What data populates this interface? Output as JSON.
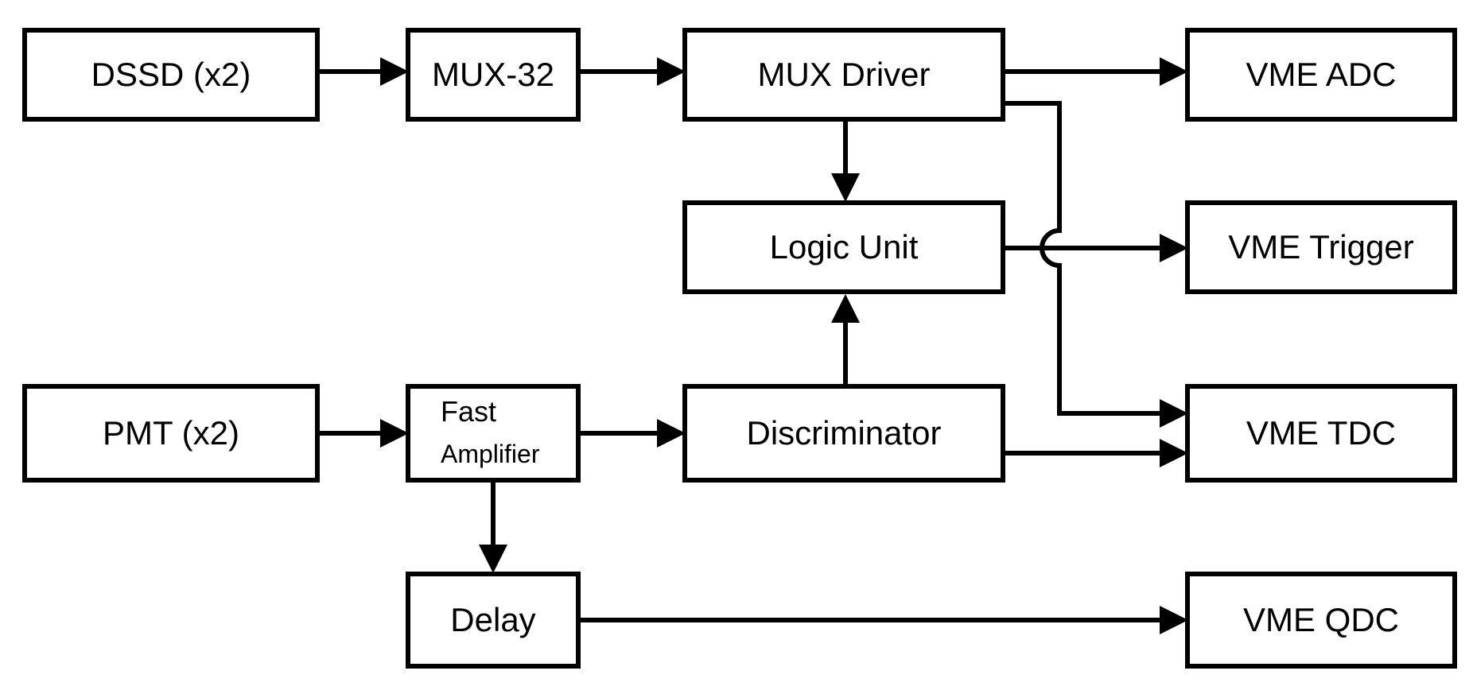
{
  "diagram": {
    "blocks": {
      "dssd": "DSSD (x2)",
      "mux32": "MUX-32",
      "mux_driver": "MUX Driver",
      "vme_adc": "VME ADC",
      "logic_unit": "Logic Unit",
      "vme_trigger": "VME Trigger",
      "pmt": "PMT (x2)",
      "fast_amp_line1": "Fast",
      "fast_amp_line2": "Amplifier",
      "discriminator": "Discriminator",
      "vme_tdc": "VME TDC",
      "delay": "Delay",
      "vme_qdc": "VME QDC"
    },
    "connections": [
      {
        "from": "DSSD (x2)",
        "to": "MUX-32"
      },
      {
        "from": "MUX-32",
        "to": "MUX Driver"
      },
      {
        "from": "MUX Driver",
        "to": "VME ADC"
      },
      {
        "from": "MUX Driver",
        "to": "Logic Unit"
      },
      {
        "from": "MUX Driver",
        "to": "VME TDC"
      },
      {
        "from": "Logic Unit",
        "to": "VME Trigger"
      },
      {
        "from": "PMT (x2)",
        "to": "Fast Amplifier"
      },
      {
        "from": "Fast Amplifier",
        "to": "Discriminator"
      },
      {
        "from": "Fast Amplifier",
        "to": "Delay"
      },
      {
        "from": "Discriminator",
        "to": "Logic Unit"
      },
      {
        "from": "Discriminator",
        "to": "VME TDC"
      },
      {
        "from": "Delay",
        "to": "VME QDC"
      }
    ],
    "colors": {
      "stroke": "#000000",
      "background": "#ffffff",
      "text": "#000000"
    }
  }
}
